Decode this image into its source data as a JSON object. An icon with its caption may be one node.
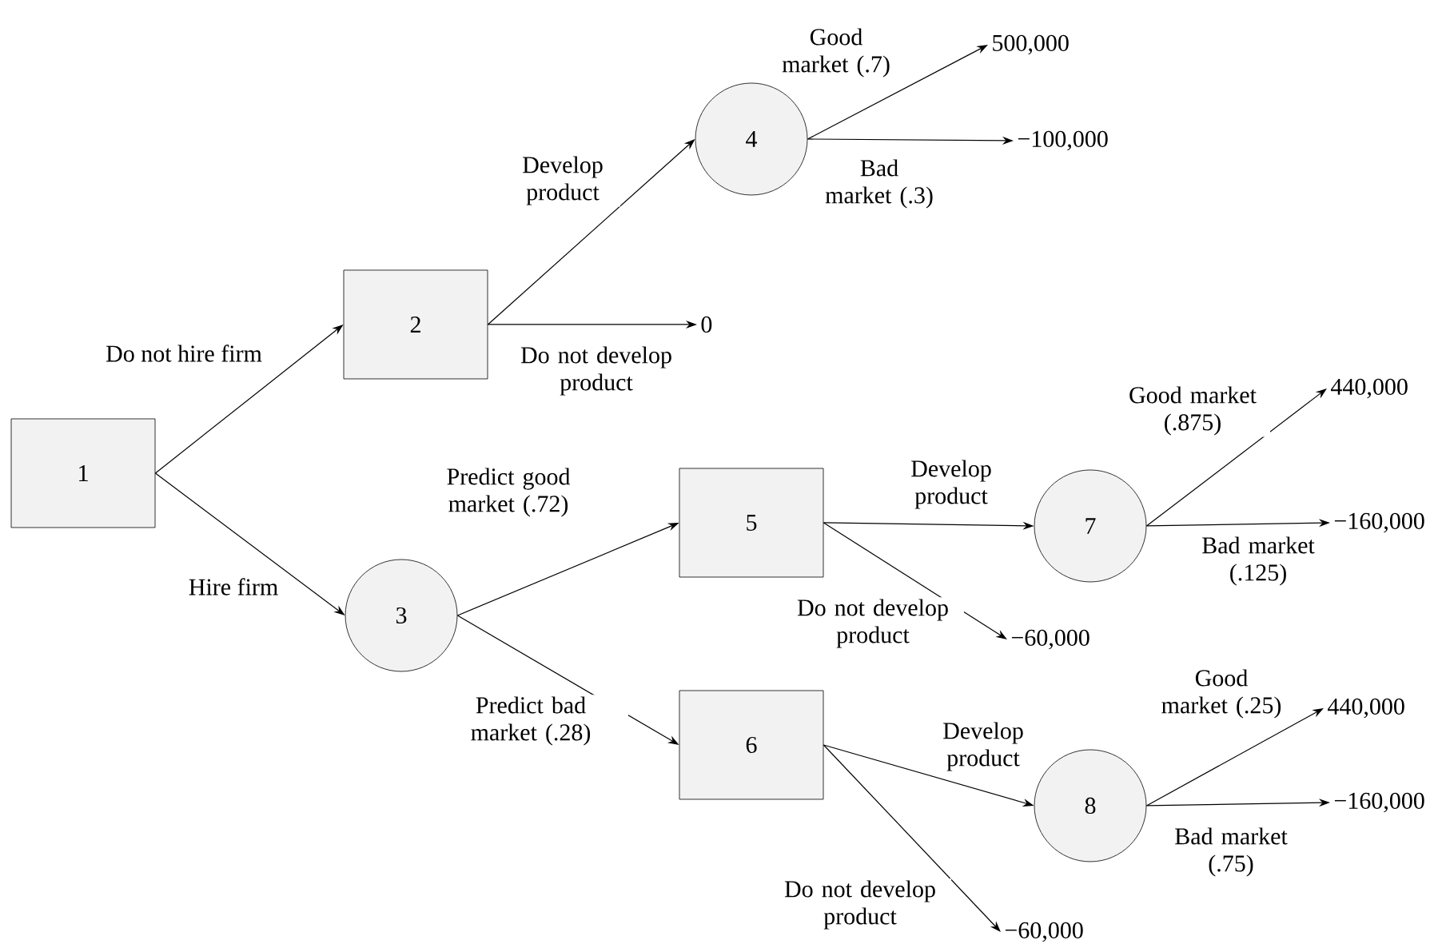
{
  "diagram": {
    "nodes": [
      {
        "text": [
          "1"
        ]
      },
      {
        "text": [
          "2"
        ]
      },
      {
        "text": [
          "3"
        ]
      },
      {
        "text": [
          "4"
        ]
      },
      {
        "text": [
          "5"
        ]
      },
      {
        "text": [
          "6"
        ]
      },
      {
        "text": [
          "7"
        ]
      },
      {
        "text": [
          "8"
        ]
      },
      {
        "text": [
          "500,000"
        ]
      },
      {
        "text": [
          "−100,000"
        ]
      },
      {
        "text": [
          "0"
        ]
      },
      {
        "text": [
          "440,000"
        ]
      },
      {
        "text": [
          "−160,000"
        ]
      },
      {
        "text": [
          "−60,000"
        ]
      },
      {
        "text": [
          "440,000"
        ]
      },
      {
        "text": [
          "−160,000"
        ]
      },
      {
        "text": [
          "−60,000"
        ]
      }
    ],
    "edges": [
      {
        "from": 0,
        "to": 1,
        "arrow": "to",
        "label": "Do not hire firm"
      },
      {
        "from": 0,
        "to": 2,
        "arrow": "to",
        "label": "Hire firm"
      },
      {
        "from": 1,
        "to": 3,
        "arrow": "to",
        "label": "Develop product"
      },
      {
        "from": 1,
        "to": 10,
        "arrow": "to",
        "label": "Do not develop product"
      },
      {
        "from": 3,
        "to": 8,
        "arrow": "to",
        "label": "Good market (.7)"
      },
      {
        "from": 3,
        "to": 9,
        "arrow": "to",
        "label": "Bad market (.3)"
      },
      {
        "from": 2,
        "to": 4,
        "arrow": "to",
        "label": "Predict good market (.72)"
      },
      {
        "from": 2,
        "to": 5,
        "arrow": "to",
        "label": "Predict bad market (.28)"
      },
      {
        "from": 4,
        "to": 6,
        "arrow": "to",
        "label": "Develop product"
      },
      {
        "from": 4,
        "to": 13,
        "arrow": "to",
        "label": "Do not develop product"
      },
      {
        "from": 6,
        "to": 11,
        "arrow": "to",
        "label": "Good market (.875)"
      },
      {
        "from": 6,
        "to": 12,
        "arrow": "to",
        "label": "Bad market (.125)"
      },
      {
        "from": 5,
        "to": 7,
        "arrow": "to",
        "label": "Develop product"
      },
      {
        "from": 5,
        "to": 16,
        "arrow": "to",
        "label": "Do not develop product"
      },
      {
        "from": 7,
        "to": 14,
        "arrow": "to",
        "label": "Good market (.25)"
      },
      {
        "from": 7,
        "to": 15,
        "arrow": "to",
        "label": "Bad market (.75)"
      }
    ]
  }
}
